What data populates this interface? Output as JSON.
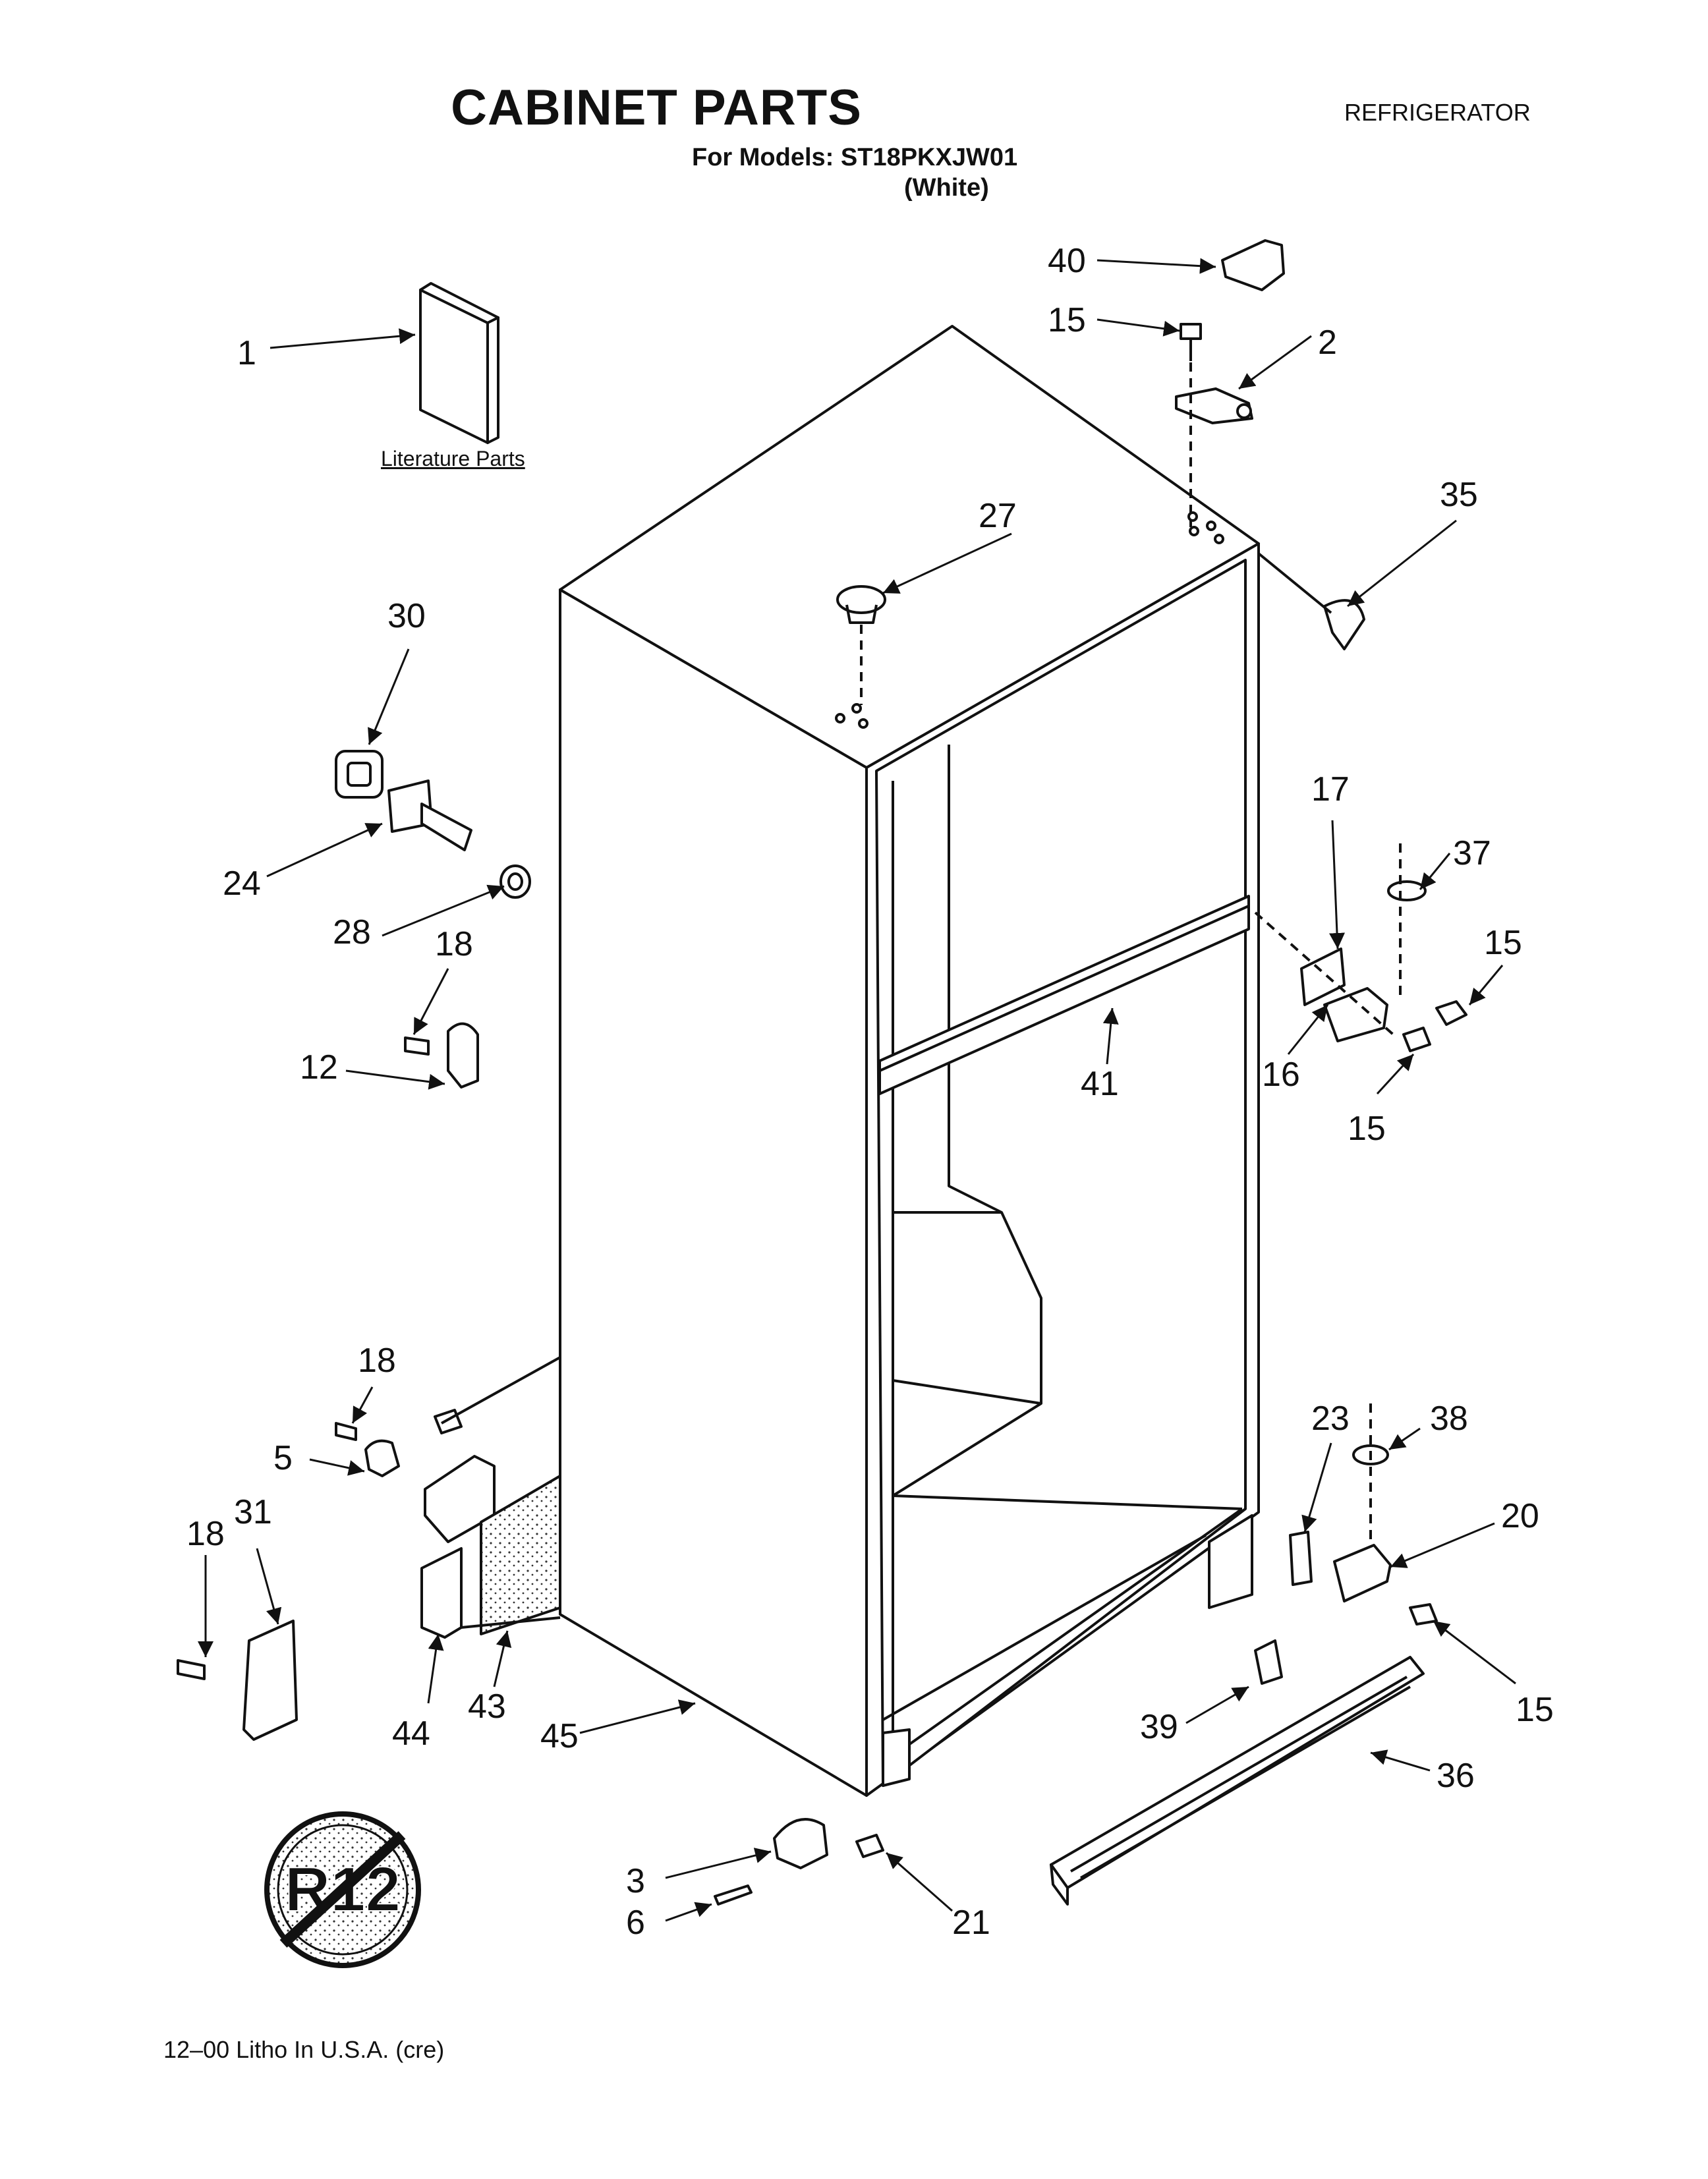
{
  "header": {
    "title": "CABINET PARTS",
    "models_label": "For Models: ST18PKXJW01",
    "color_label": "(White)",
    "appliance": "REFRIGERATOR"
  },
  "literature_label": "Literature Parts",
  "footer": "12–00 Litho In U.S.A. (cre)",
  "emblem_text": "R12",
  "callouts": [
    "40",
    "15",
    "2",
    "1",
    "27",
    "35",
    "30",
    "24",
    "28",
    "18",
    "12",
    "17",
    "37",
    "15",
    "41",
    "16",
    "15",
    "18",
    "5",
    "23",
    "38",
    "20",
    "18",
    "31",
    "44",
    "43",
    "45",
    "15",
    "39",
    "36",
    "3",
    "6",
    "21"
  ]
}
